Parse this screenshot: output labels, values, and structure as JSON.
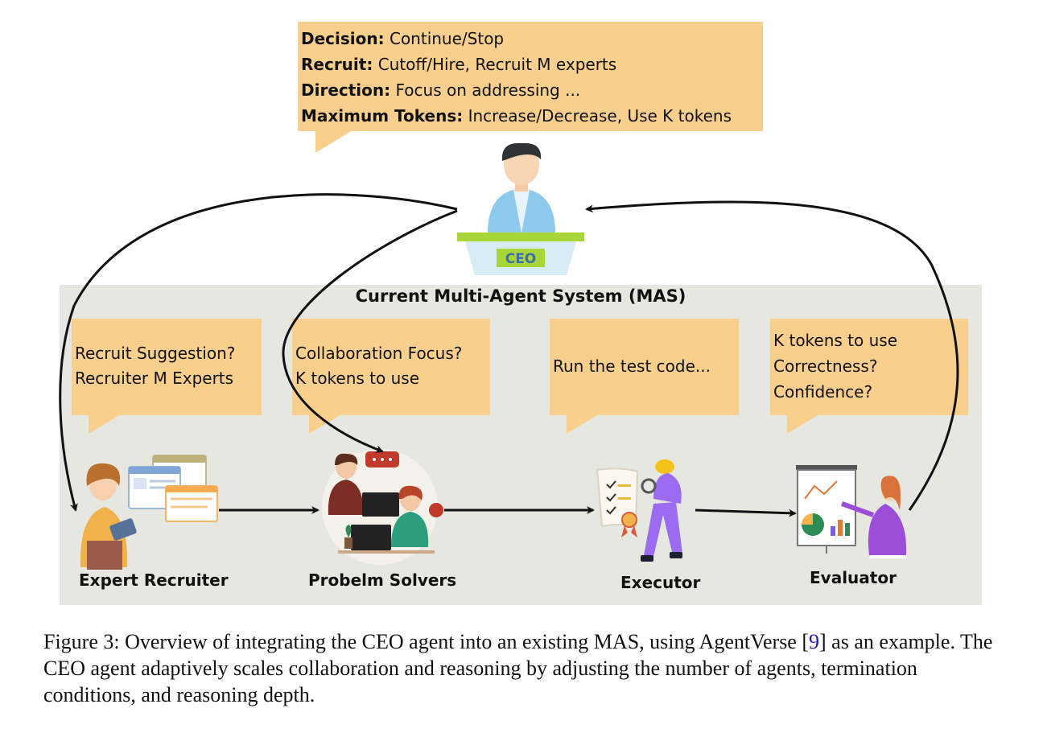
{
  "ceo_bubble": {
    "lines": [
      {
        "key": "Decision:",
        "value": " Continue/Stop"
      },
      {
        "key": "Recruit:",
        "value": " Cutoff/Hire, Recruit M experts"
      },
      {
        "key": "Direction:",
        "value": " Focus on addressing ..."
      },
      {
        "key": "Maximum Tokens:",
        "value": " Increase/Decrease, Use K tokens"
      }
    ]
  },
  "ceo": {
    "badge": "CEO"
  },
  "mas": {
    "title": "Current Multi-Agent System (MAS)",
    "bubbles": [
      {
        "lines": [
          "Recruit Suggestion?",
          "Recruiter M Experts"
        ]
      },
      {
        "lines": [
          "Collaboration Focus?",
          "K tokens to use"
        ]
      },
      {
        "lines": [
          "Run the test code..."
        ]
      },
      {
        "lines": [
          "K tokens to use",
          "Correctness?",
          "Confidence?"
        ]
      }
    ],
    "agents": [
      {
        "label": "Expert Recruiter"
      },
      {
        "label": "Probelm Solvers"
      },
      {
        "label": "Executor"
      },
      {
        "label": "Evaluator"
      }
    ]
  },
  "caption": {
    "before_ref": "Figure 3: Overview of integrating the CEO agent into an existing MAS, using AgentVerse [",
    "ref": "9",
    "after_ref": "] as an example. The CEO agent adaptively scales collaboration and reasoning by adjusting the number of agents, termination conditions, and reasoning depth."
  },
  "colors": {
    "bubble": "#f9cf8e",
    "panel": "#e6e7e0",
    "ceo_green": "#a8d63a",
    "ceo_blue": "#8ec9ee"
  }
}
